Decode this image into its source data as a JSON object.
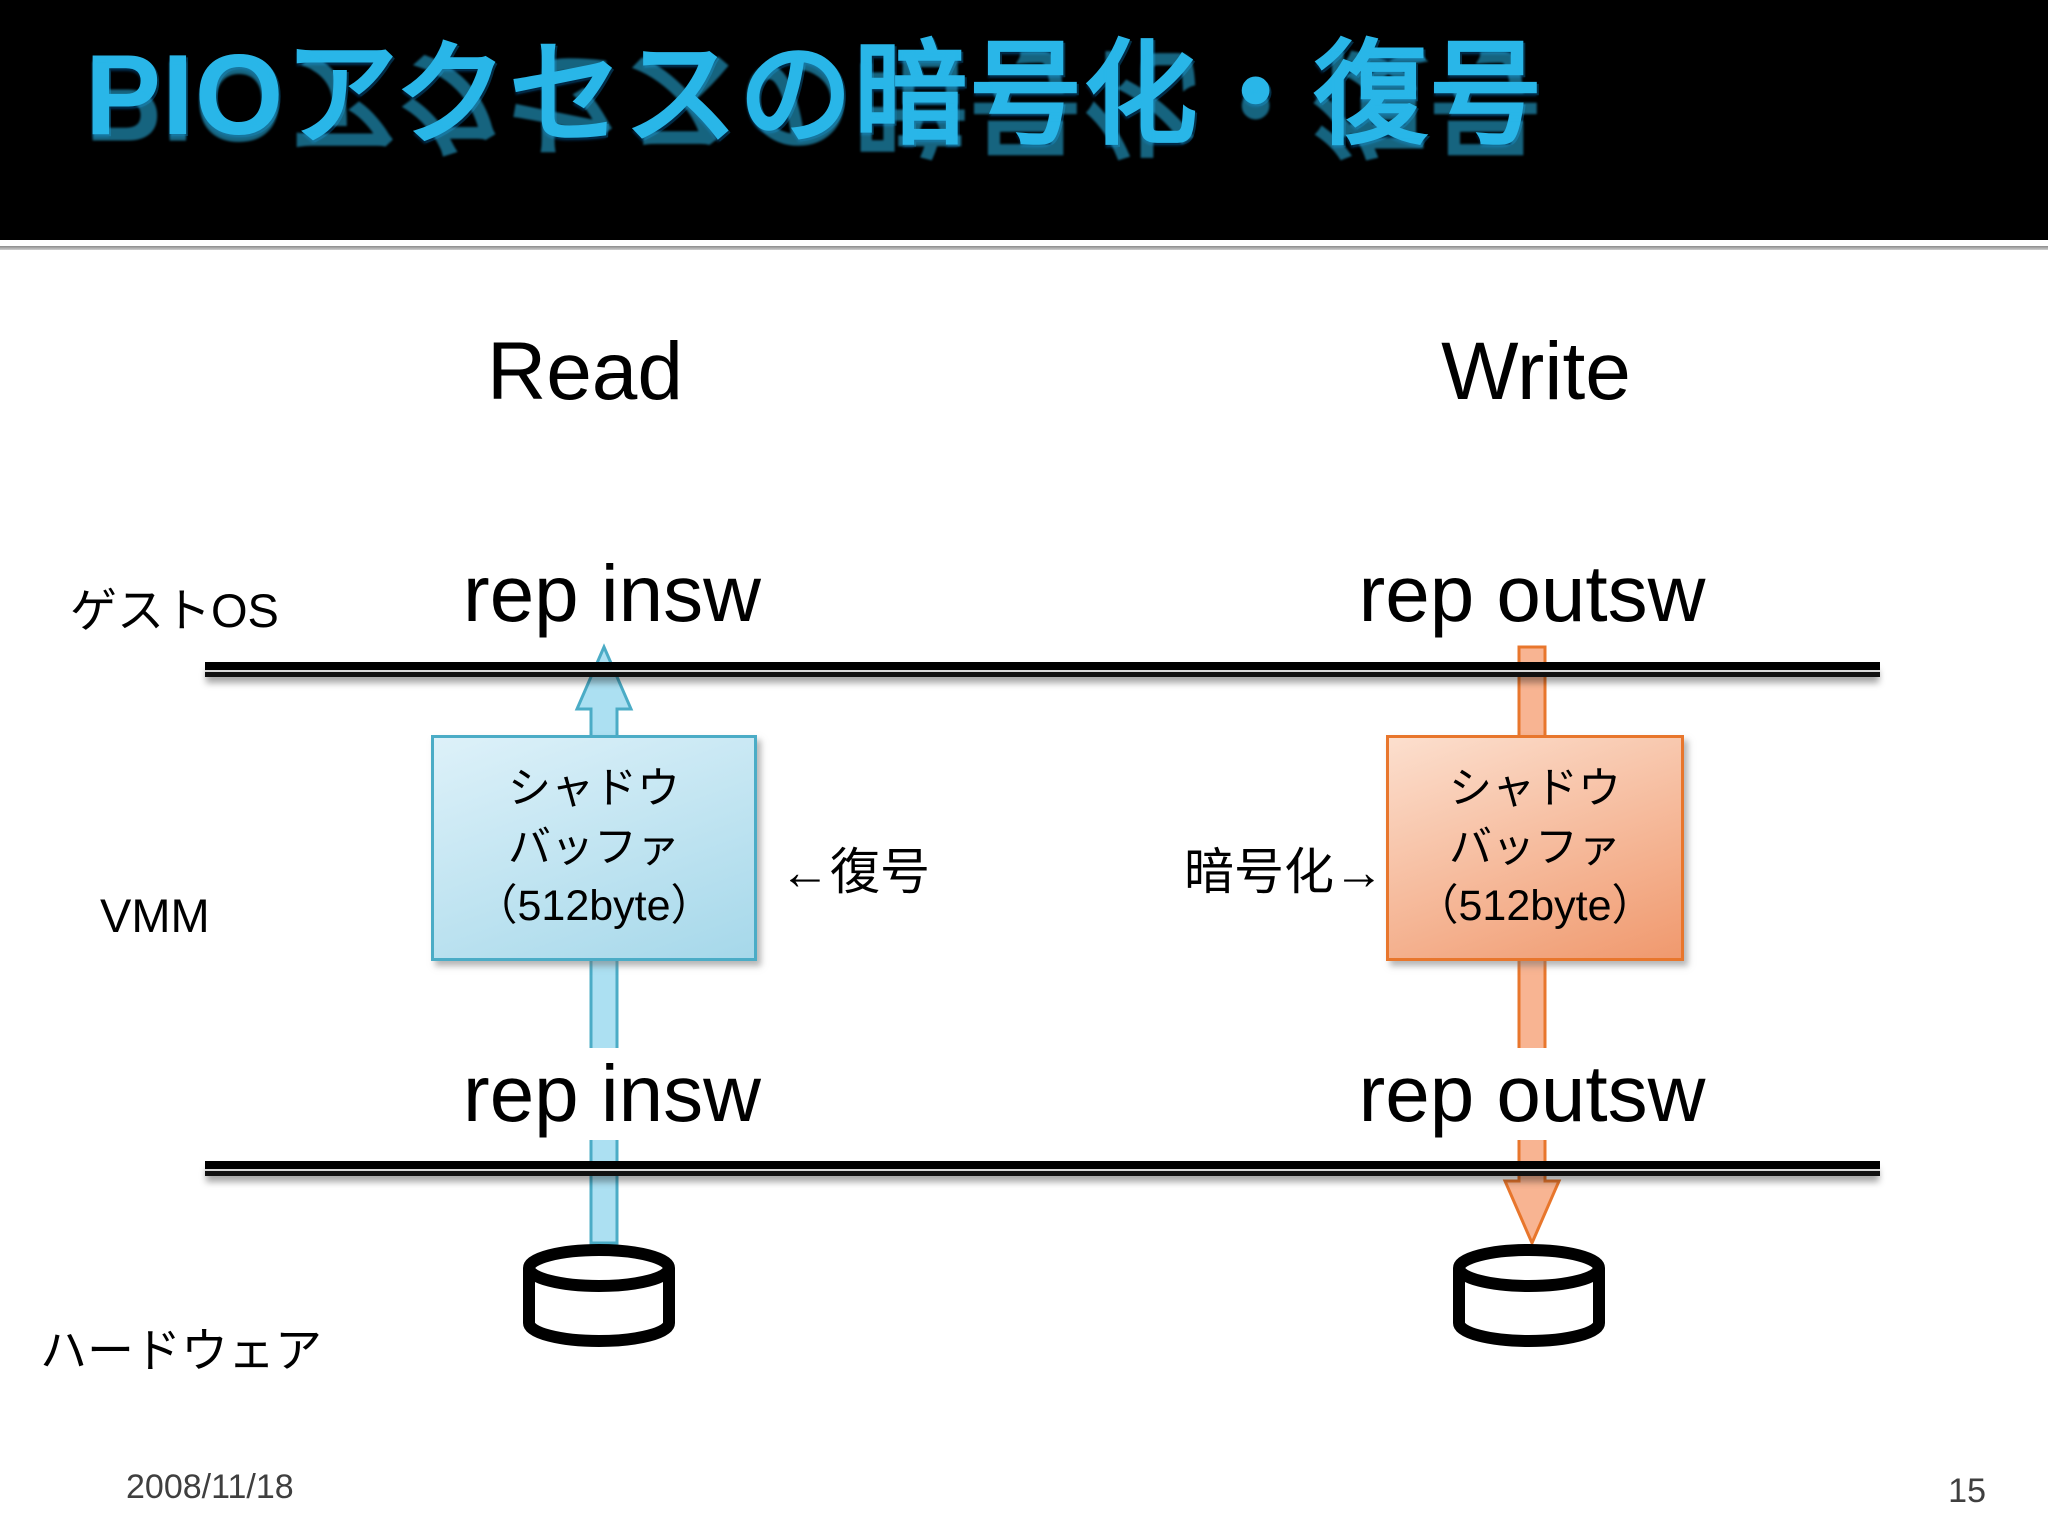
{
  "slide": {
    "title": "PIOアクセスの暗号化・復号",
    "footer_date": "2008/11/18",
    "page_number": "15"
  },
  "headers": {
    "read": "Read",
    "write": "Write"
  },
  "layers": {
    "guest_os": "ゲストOS",
    "vmm": "VMM",
    "hardware": "ハードウェア"
  },
  "instructions": {
    "read_guest": "rep insw",
    "read_hw": "rep insw",
    "write_guest": "rep outsw",
    "write_hw": "rep outsw"
  },
  "buffers": {
    "read": {
      "line1": "シャドウ",
      "line2": "バッファ",
      "line3": "（512byte）"
    },
    "write": {
      "line1": "シャドウ",
      "line2": "バッファ",
      "line3": "（512byte）"
    }
  },
  "annotations": {
    "decrypt": "←復号",
    "encrypt": "暗号化→"
  },
  "icons": {
    "read_disk": "disk-cylinder",
    "write_disk": "disk-cylinder",
    "read_flow": "up-arrow",
    "write_flow": "down-arrow"
  },
  "colors": {
    "title": "#29B6E8",
    "accent_blue": "#4BACC6",
    "blue_fill_light": "#DDF1F9",
    "blue_fill_dark": "#A6D8EA",
    "blue_arrow_fill": "#ACE0F2",
    "accent_orange": "#E8762C",
    "orange_fill_light": "#FCDFCE",
    "orange_fill_dark": "#F0996E",
    "orange_arrow_fill": "#F8B492",
    "footer_text": "#3F3F3F"
  }
}
